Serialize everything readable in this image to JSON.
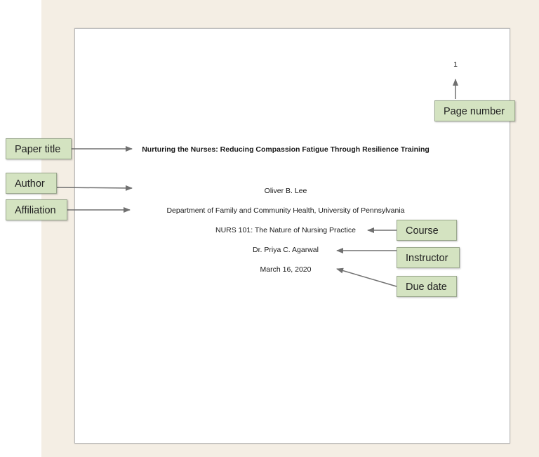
{
  "page": {
    "page_number": "1",
    "title": "Nurturing the Nurses: Reducing Compassion Fatigue Through Resilience Training",
    "author": "Oliver B. Lee",
    "affiliation": "Department of Family and Community Health, University of Pennsylvania",
    "course": "NURS 101: The Nature of Nursing Practice",
    "instructor": "Dr. Priya C. Agarwal",
    "due_date": "March 16, 2020"
  },
  "callouts": {
    "page_number": "Page number",
    "paper_title": "Paper title",
    "author": "Author",
    "affiliation": "Affiliation",
    "course": "Course",
    "instructor": "Instructor",
    "due_date": "Due date"
  },
  "colors": {
    "background_panel": "#f4eee4",
    "label_fill": "#d4e3c1",
    "arrow": "#707070"
  }
}
